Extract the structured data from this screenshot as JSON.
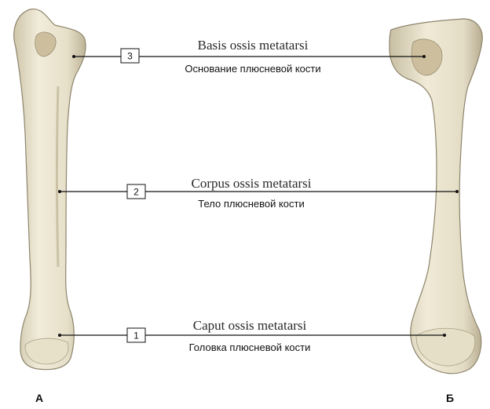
{
  "colors": {
    "bone_light": "#efe9d6",
    "bone_mid": "#dcd4bc",
    "bone_shadow": "#b3a98f",
    "bone_outline": "#8d846c",
    "line": "#111111"
  },
  "labels": [
    {
      "number": "3",
      "latin": "Basis ossis metatarsi",
      "russian": "Основание плюсневой кости"
    },
    {
      "number": "2",
      "latin": "Corpus ossis metatarsi",
      "russian": "Тело плюсневой кости"
    },
    {
      "number": "1",
      "latin": "Caput ossis metatarsi",
      "russian": "Головка плюсневой кости"
    }
  ],
  "views": [
    {
      "letter": "А"
    },
    {
      "letter": "Б"
    }
  ]
}
